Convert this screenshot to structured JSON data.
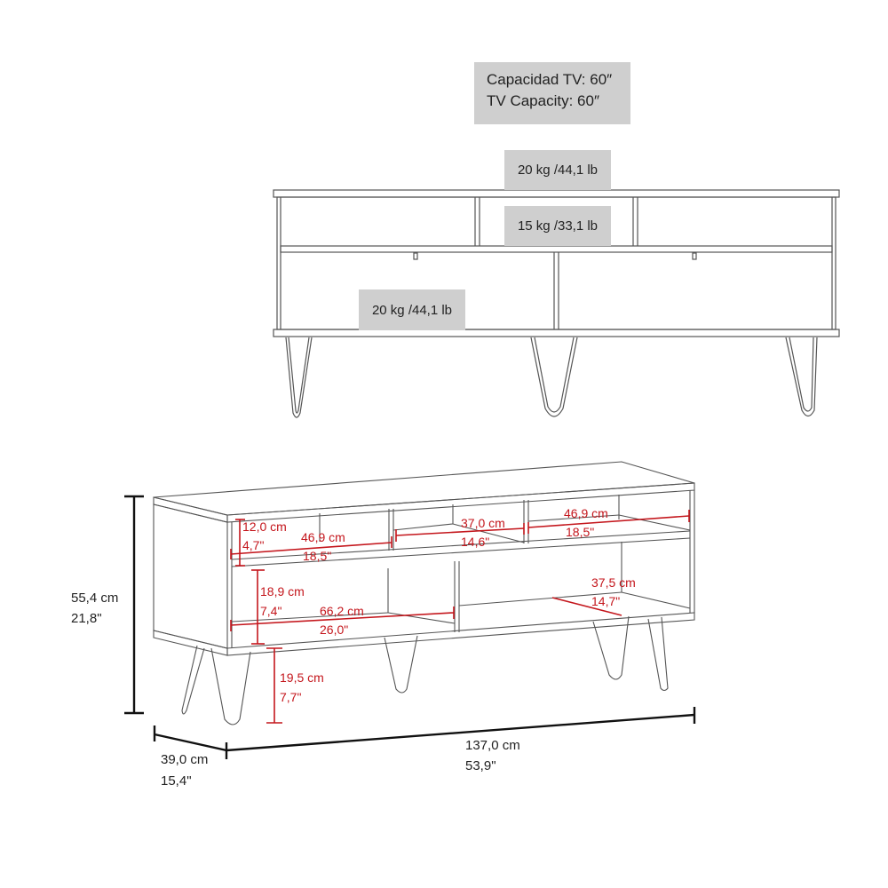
{
  "front_view": {
    "tv_capacity": {
      "es": "Capacidad TV: 60″",
      "en": "TV Capacity: 60″"
    },
    "loads": {
      "top": "20 kg /44,1 lb",
      "middle_shelf": "15 kg /33,1 lb",
      "bottom": "20 kg /44,1 lb"
    }
  },
  "dimensions": {
    "height": {
      "cm": "55,4 cm",
      "in": "21,8\""
    },
    "depth": {
      "cm": "39,0 cm",
      "in": "15,4\""
    },
    "width": {
      "cm": "137,0 cm",
      "in": "53,9\""
    },
    "upper_left_shelf_height": {
      "cm": "12,0 cm",
      "in": "4,7\""
    },
    "upper_left_width": {
      "cm": "46,9 cm",
      "in": "18,5\""
    },
    "upper_middle_width": {
      "cm": "37,0 cm",
      "in": "14,6\""
    },
    "upper_right_width": {
      "cm": "46,9 cm",
      "in": "18,5\""
    },
    "lower_left_height": {
      "cm": "18,9 cm",
      "in": "7,4\""
    },
    "lower_left_width": {
      "cm": "66,2 cm",
      "in": "26,0\""
    },
    "lower_right_depth": {
      "cm": "37,5 cm",
      "in": "14,7\""
    },
    "leg_height": {
      "cm": "19,5 cm",
      "in": "7,7\""
    }
  },
  "colors": {
    "dimension_red": "#c4161c",
    "label_gray": "#cfcfcf",
    "line": "#444444"
  }
}
